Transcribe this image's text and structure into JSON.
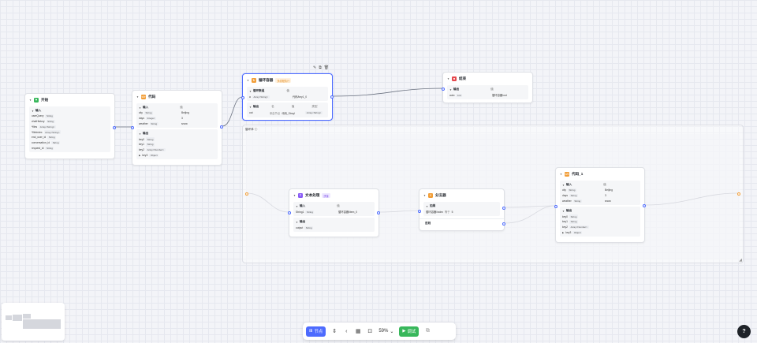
{
  "nodes": {
    "start": {
      "title": "开始",
      "input_label": "输入",
      "params": [
        {
          "name": "userQuery",
          "type": "String"
        },
        {
          "name": "chatHistory",
          "type": "String"
        },
        {
          "name": "*files",
          "type": "Array<String>"
        },
        {
          "name": "*fileIndex",
          "type": "Array<String>"
        },
        {
          "name": "end_user_id",
          "type": "String"
        },
        {
          "name": "conversation_id",
          "type": "String"
        },
        {
          "name": "request_id",
          "type": "String"
        }
      ]
    },
    "code": {
      "title": "代码",
      "input_label": "输入",
      "value_header": "值",
      "inputs": [
        {
          "name": "city",
          "type": "String",
          "value": "Beijing"
        },
        {
          "name": "days",
          "type": "Integer",
          "value": "3"
        },
        {
          "name": "weather",
          "type": "String",
          "value": "snow"
        }
      ],
      "output_label": "输出",
      "outputs": [
        {
          "name": "key0",
          "type": "String"
        },
        {
          "name": "key1",
          "type": "String"
        },
        {
          "name": "key2",
          "type": "Array<Number>"
        },
        {
          "name": "key3",
          "type": "Object"
        }
      ]
    },
    "loop": {
      "title": "循环容器",
      "badge": "多线程执行",
      "loop_array_label": "循环数组",
      "value_header": "值",
      "array_param": {
        "name": "a",
        "type": "Array<String>",
        "value": "代码/key1_0"
      },
      "output_label": "输出",
      "output_headers": [
        "名",
        "值",
        "类型"
      ],
      "output_row": {
        "name": "out",
        "value_prefix": "来自节点",
        "value": "代码_Strcyl",
        "type": "Array<String>"
      }
    },
    "end": {
      "title": "结束",
      "output_label": "输出",
      "value_header": "值",
      "output_row": {
        "name": "auto",
        "type": "List",
        "value": "循环容器/out"
      }
    },
    "text": {
      "title": "文本处理",
      "badge": "拼接",
      "input_label": "输入",
      "value_header": "值",
      "input_row": {
        "name": "String1",
        "type": "String",
        "value": "循环容器/item_0"
      },
      "output_label": "输出",
      "output_row": {
        "name": "output",
        "type": "String"
      }
    },
    "branch": {
      "title": "分支器",
      "if_label": "如果",
      "condition": {
        "left": "循环容器/index",
        "op": "等于",
        "right": "5"
      },
      "else_label": "否则"
    },
    "code1": {
      "title": "代码_1",
      "input_label": "输入",
      "value_header": "值",
      "inputs": [
        {
          "name": "city",
          "type": "String",
          "value": "Beijing"
        },
        {
          "name": "days",
          "type": "String",
          "value": "3"
        },
        {
          "name": "weather",
          "type": "String",
          "value": "snow"
        }
      ],
      "output_label": "输出",
      "outputs": [
        {
          "name": "key0",
          "type": "String"
        },
        {
          "name": "key1",
          "type": "String"
        },
        {
          "name": "key2",
          "type": "Array<Number>"
        },
        {
          "name": "key3",
          "type": "Object"
        }
      ]
    }
  },
  "loop_body": {
    "title": "循环体"
  },
  "toolbar": {
    "add_node": "节点",
    "zoom": "59%",
    "debug": "调试"
  },
  "help": "?",
  "colors": {
    "accent": "#4d6bfe",
    "debug": "#38b75b",
    "start": "#38b75b",
    "code": "#f29e38",
    "end": "#e5484d",
    "text": "#8a5cf6",
    "branch": "#f29e38"
  },
  "icons": [
    "edit-icon",
    "copy-icon",
    "delete-icon",
    "align-icon",
    "pointer-icon",
    "grid-icon",
    "fit-icon",
    "play-icon",
    "minimap-toggle-icon",
    "help-icon"
  ]
}
